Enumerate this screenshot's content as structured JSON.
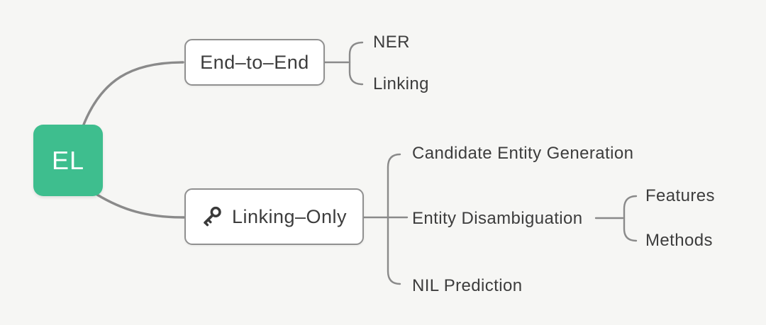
{
  "colors": {
    "background": "#f6f6f4",
    "root_fill": "#3ebe8e",
    "root_text": "#ffffff",
    "node_background": "#ffffff",
    "node_border": "#909090",
    "connector_line": "#8a8a8a",
    "label_text": "#3d3d3d"
  },
  "icons": {
    "linking_only_icon": "key-icon"
  },
  "mindmap": {
    "root": {
      "label": "EL"
    },
    "children": [
      {
        "label": "End–to–End",
        "children": [
          {
            "label": "NER"
          },
          {
            "label": "Linking"
          }
        ]
      },
      {
        "label": "Linking–Only",
        "children": [
          {
            "label": "Candidate Entity Generation"
          },
          {
            "label": "Entity Disambiguation",
            "children": [
              {
                "label": "Features"
              },
              {
                "label": "Methods"
              }
            ]
          },
          {
            "label": "NIL Prediction"
          }
        ]
      }
    ]
  }
}
